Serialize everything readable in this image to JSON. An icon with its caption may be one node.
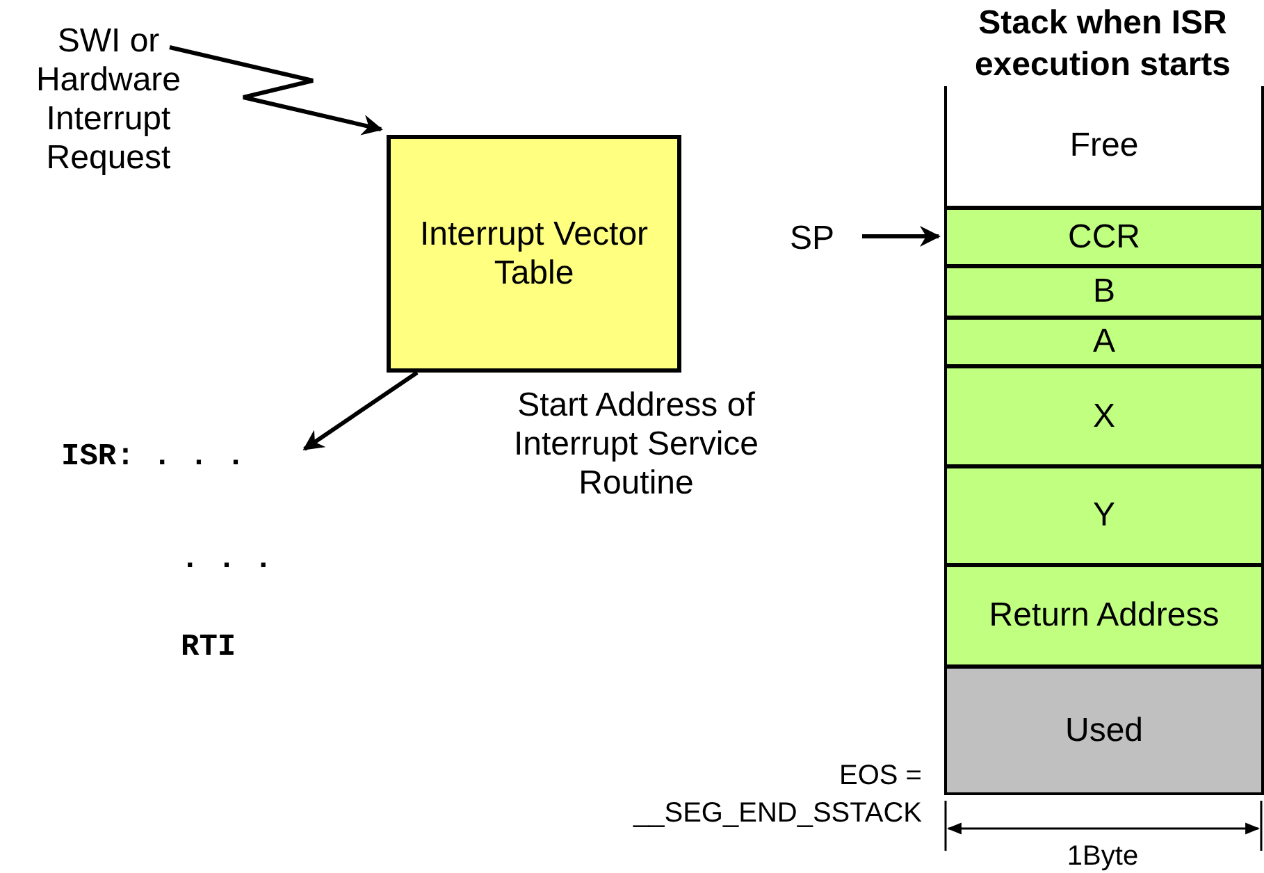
{
  "diagram": {
    "nodes": [
      {
        "text": [
          "SWI or Hardware Interrupt Request"
        ]
      },
      {
        "text": [
          "Interrupt Vector Table"
        ]
      },
      {
        "text": [
          "ISR: . . ."
        ]
      },
      {
        "text": [
          "Stack when ISR execution starts"
        ]
      },
      {
        "text": [
          "Free"
        ],
        "in": 3
      },
      {
        "text": [
          "CCR"
        ],
        "in": 3
      },
      {
        "text": [
          "B"
        ],
        "in": 3
      },
      {
        "text": [
          "A"
        ],
        "in": 3
      },
      {
        "text": [
          "X"
        ],
        "in": 3
      },
      {
        "text": [
          "Y"
        ],
        "in": 3
      },
      {
        "text": [
          "Return Address"
        ],
        "in": 3
      },
      {
        "text": [
          "Used"
        ],
        "in": 3
      },
      {
        "text": [
          "SP"
        ]
      }
    ],
    "edges": [
      {
        "from": 0,
        "to": 1,
        "arrow": "to"
      },
      {
        "from": 1,
        "to": 2,
        "arrow": "to",
        "label": "Start Address of Interrupt Service Routine"
      },
      {
        "from": 12,
        "to": 5,
        "arrow": "to"
      }
    ],
    "labels": [
      ". . .",
      "RTI",
      "EOS = __SEG_END_SSTACK",
      "1Byte"
    ]
  }
}
